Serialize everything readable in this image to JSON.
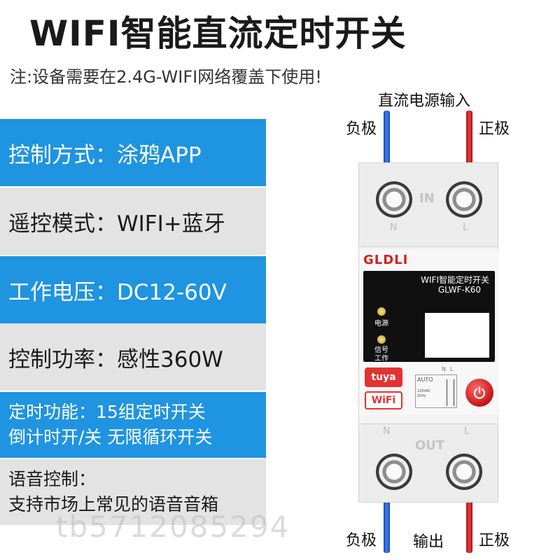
{
  "title": "WIFI智能直流定时开关",
  "notice": "注:设备需要在2.4G-WIFI网络覆盖下使用!",
  "features": {
    "control_mode": "控制方式：涂鸦APP",
    "remote_mode": "遥控模式：WIFI+蓝牙",
    "voltage": "工作电压：DC12-60V",
    "power": "控制功率：感性360W",
    "timer_line1": "定时功能：15组定时开关",
    "timer_line2": "倒计时开/关 无限循环开关",
    "voice_line1": "语音控制：",
    "voice_line2": "支持市场上常见的语音音箱"
  },
  "diagram": {
    "dc_input": "直流电源输入",
    "neg_top": "负极",
    "pos_top": "正极",
    "neg_bottom": "负极",
    "output": "输出",
    "pos_bottom": "正极"
  },
  "device": {
    "brand": "GLDLI",
    "panel_title": "WIFI智能定时开关",
    "model": "GLWF-K60",
    "led_power": "电源",
    "led_signal_1": "信号",
    "led_signal_2": "工作",
    "port_in": "IN",
    "port_out": "OUT",
    "n": "N",
    "l": "L",
    "tuya": "tuya",
    "wifi": "WiFi",
    "auto": "AUTO",
    "rating_1": "220VAC",
    "rating_2": "50Hz",
    "schem_n": "N",
    "schem_l": "L"
  },
  "watermark": "tb5712085294",
  "colors": {
    "accent_blue": "#1f94e0",
    "row_grey": "#e3e3e3",
    "wire_positive": "#d92b2b",
    "wire_negative": "#2e6fe0",
    "brand_red": "#d32121"
  },
  "icons": [
    "power-button-icon",
    "wifi-icon"
  ]
}
